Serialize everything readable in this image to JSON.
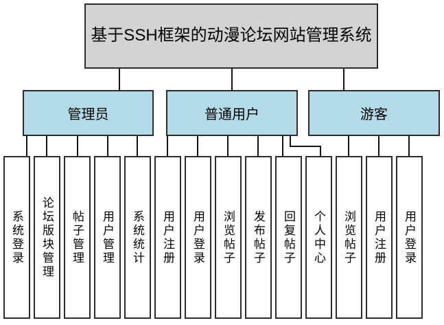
{
  "diagram": {
    "root": {
      "label": "基于SSH框架的动漫论坛网站管理系统"
    },
    "roles": [
      {
        "label": "管理员",
        "children": [
          "系统登录",
          "论坛版块管理",
          "帖子管理",
          "用户管理",
          "系统统计"
        ]
      },
      {
        "label": "普通用户",
        "children": [
          "用户注册",
          "用户登录",
          "浏览帖子",
          "发布帖子",
          "回复帖子",
          "个人中心"
        ]
      },
      {
        "label": "游客",
        "children": [
          "浏览帖子",
          "用户注册",
          "用户登录"
        ]
      }
    ],
    "colors": {
      "root_fill": "#d3d3d3",
      "role_fill": "#b2dbe7",
      "leaf_fill": "#ffffff",
      "border": "#2b2b2b",
      "line": "#141414",
      "text": "#0f0f0f"
    }
  }
}
